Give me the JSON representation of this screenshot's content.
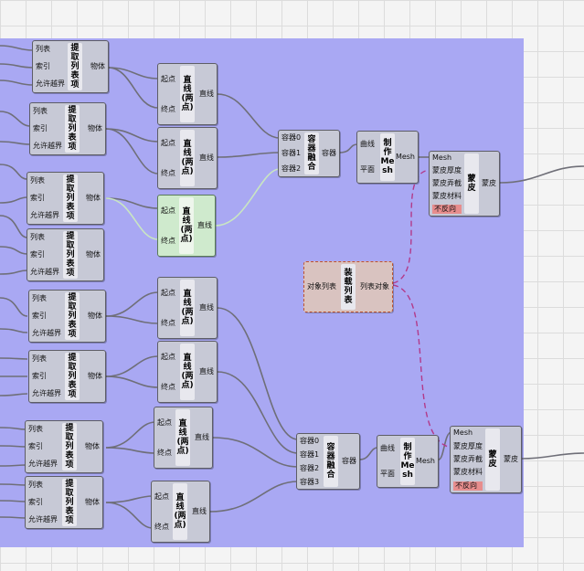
{
  "nodes": {
    "list_item": {
      "title": "提取列表项",
      "in": [
        "列表",
        "索引",
        "允许越界"
      ],
      "out": [
        "物体"
      ]
    },
    "line": {
      "title": "直线(两点)",
      "in": [
        "起点",
        "终点"
      ],
      "out": [
        "直线"
      ]
    },
    "merge": {
      "title": "容器融合",
      "in": [
        "容器0",
        "容器1",
        "容器2"
      ],
      "out": [
        "容器"
      ]
    },
    "merge4": {
      "title": "容器融合",
      "in": [
        "容器0",
        "容器1",
        "容器2",
        "容器3"
      ],
      "out": [
        "容器"
      ]
    },
    "mesh": {
      "title": "制作Mesh",
      "in": [
        "曲线",
        "平面"
      ],
      "out": [
        "Mesh"
      ]
    },
    "skin": {
      "title": "蒙皮",
      "in": [
        "Mesh",
        "蒙皮厚度",
        "蒙皮弄截",
        "蒙皮材料",
        "不反向"
      ],
      "out": [
        "蒙皮"
      ]
    },
    "load": {
      "title": "装载列表",
      "in": [
        "对象列表"
      ],
      "out": [
        "列表对象"
      ]
    }
  },
  "colors": {
    "group": "#a9a8f3",
    "wire": "#6f6f78",
    "selected_wire": "#c9e6c2",
    "dashed_wire": "#b23a8a"
  }
}
